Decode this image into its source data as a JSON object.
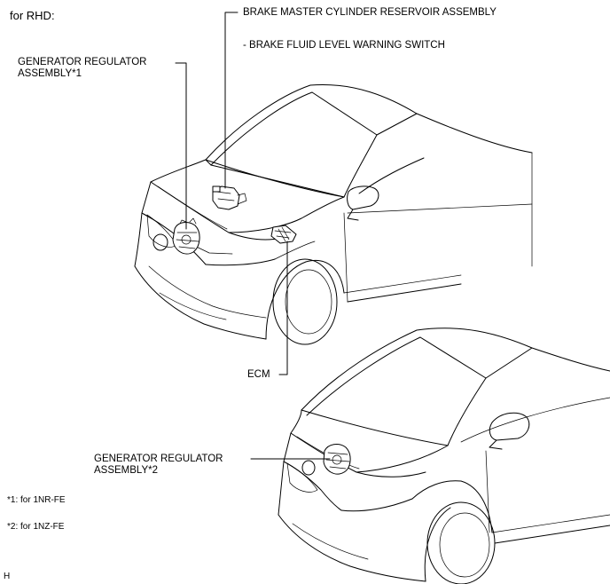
{
  "title": "for RHD:",
  "labels": {
    "brake_reservoir": "BRAKE MASTER CYLINDER RESERVOIR ASSEMBLY",
    "brake_switch": "- BRAKE FLUID LEVEL WARNING SWITCH",
    "gen_reg_1_line1": "GENERATOR REGULATOR",
    "gen_reg_1_line2": "ASSEMBLY*1",
    "ecm": "ECM",
    "gen_reg_2_line1": "GENERATOR REGULATOR",
    "gen_reg_2_line2": "ASSEMBLY*2"
  },
  "notes": {
    "note1": "*1: for 1NR-FE",
    "note2": "*2: for 1NZ-FE"
  },
  "figure_code": "H"
}
